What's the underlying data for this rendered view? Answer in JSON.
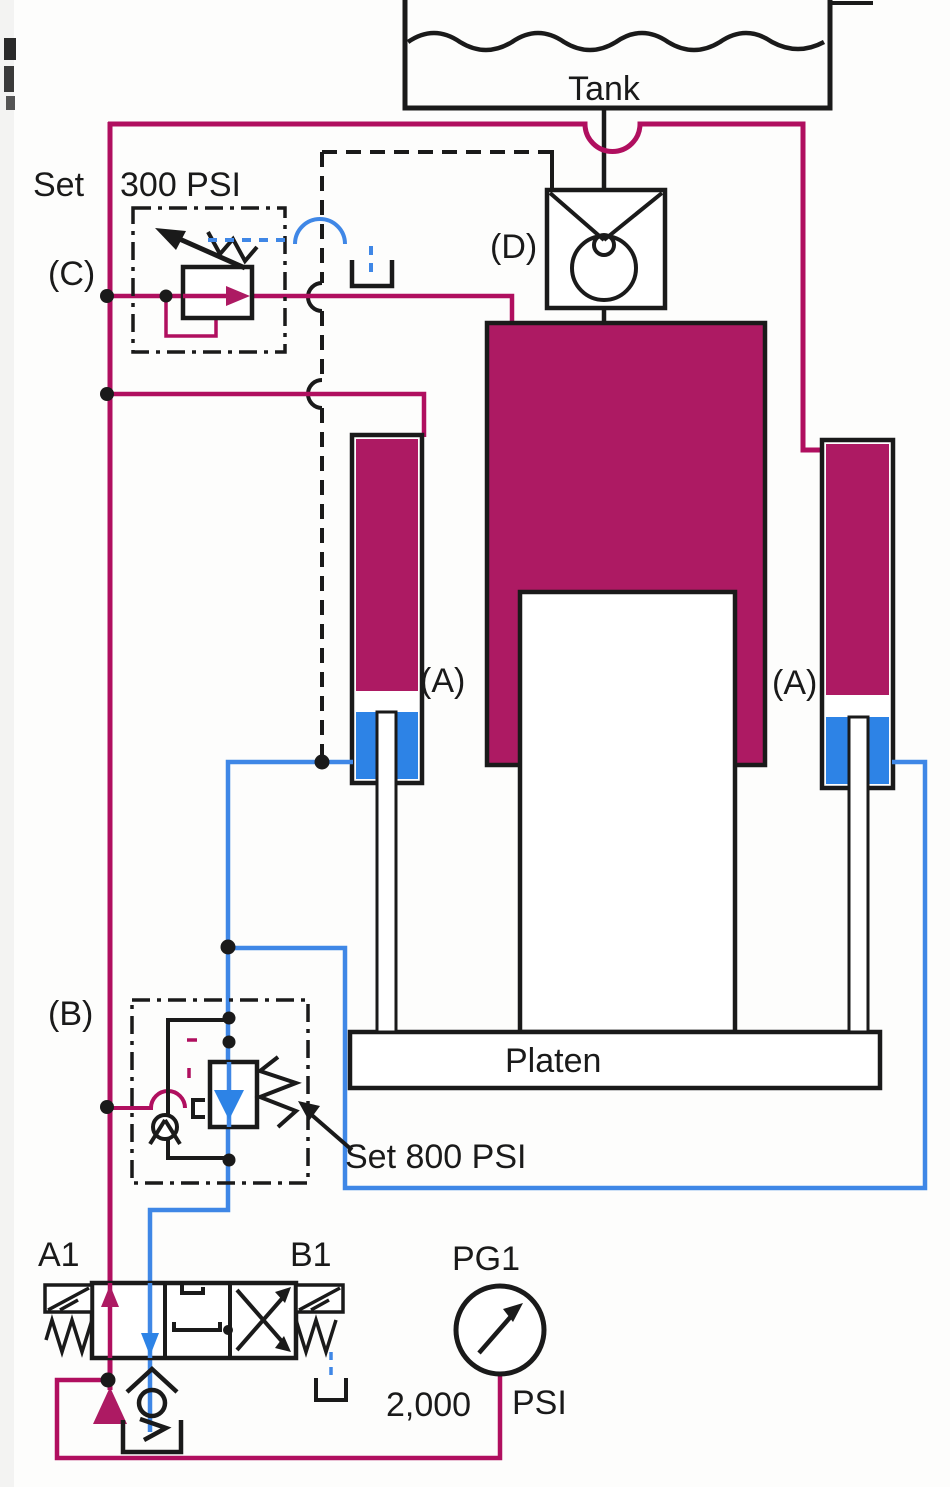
{
  "diagram_type": "hydraulic-press-circuit-schematic",
  "colors": {
    "line_magenta": "#b00f5f",
    "fill_magenta": "#ad1a63",
    "line_blue": "#3f87e6",
    "fill_blue": "#2d83e6",
    "line_black": "#1a1a1a",
    "text_color": "#1a1a1a"
  },
  "labels": {
    "tank": "Tank",
    "valve_c": "(C)",
    "valve_d": "(D)",
    "valve_b": "(B)",
    "cyl_left": "(A)",
    "cyl_right": "(A)",
    "set_word": "Set",
    "setting_300": "300 PSI",
    "setting_800": "Set 800 PSI",
    "platen": "Platen",
    "port_a1": "A1",
    "port_b1": "B1",
    "gauge": "PG1",
    "pressure_value": "2,000",
    "pressure_unit": "PSI"
  }
}
